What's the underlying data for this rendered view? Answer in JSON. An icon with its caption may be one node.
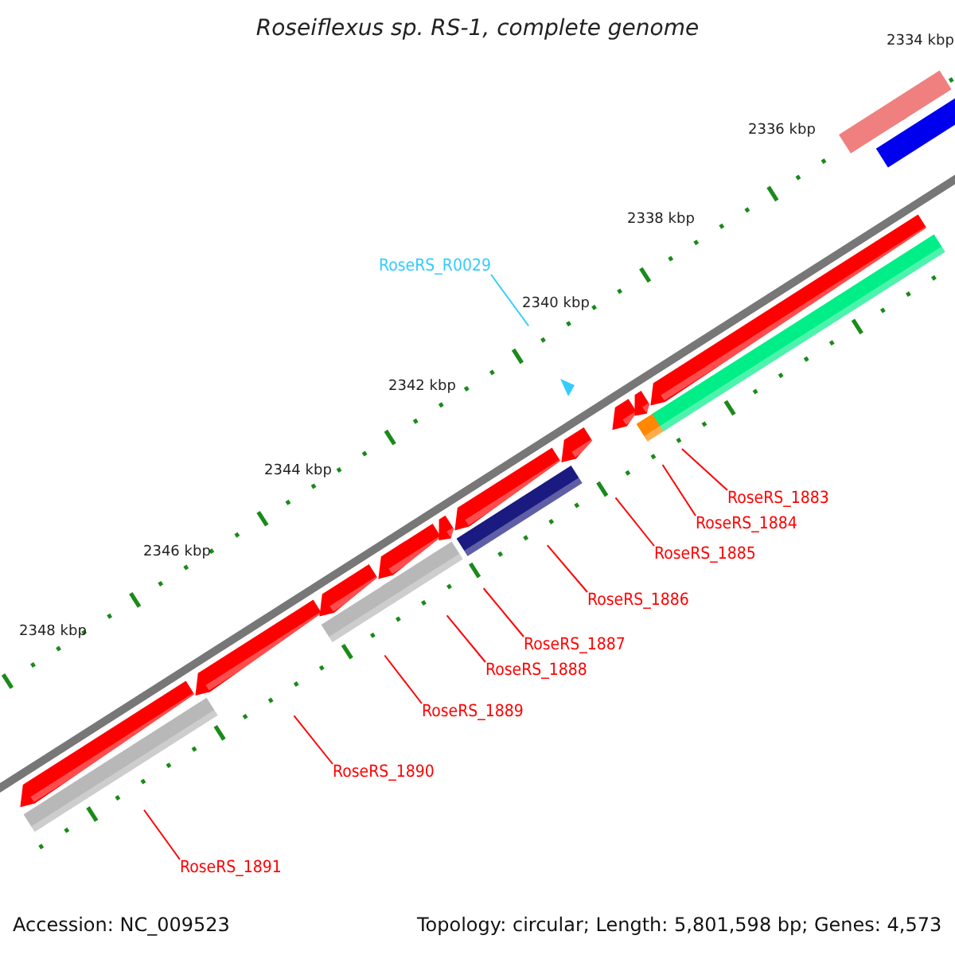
{
  "diagram": {
    "title": "Roseiflexus sp. RS-1, complete genome",
    "nodes": [
      {
        "text": [
          "RoseRS_R0029"
        ]
      },
      {
        "text": [
          "RoseRS_1883"
        ]
      },
      {
        "text": [
          "RoseRS_1884"
        ]
      },
      {
        "text": [
          "RoseRS_1885"
        ]
      },
      {
        "text": [
          "RoseRS_1886"
        ]
      },
      {
        "text": [
          "RoseRS_1887"
        ]
      },
      {
        "text": [
          "RoseRS_1888"
        ]
      },
      {
        "text": [
          "RoseRS_1889"
        ]
      },
      {
        "text": [
          "RoseRS_1890"
        ]
      },
      {
        "text": [
          "RoseRS_1891"
        ]
      }
    ],
    "edges": [
      {
        "from": 0,
        "to": null,
        "arrow": "none",
        "color": "#33ccff"
      },
      {
        "from": 1,
        "to": null,
        "arrow": "none"
      },
      {
        "from": 2,
        "to": null,
        "arrow": "none"
      },
      {
        "from": 3,
        "to": null,
        "arrow": "none"
      },
      {
        "from": 4,
        "to": null,
        "arrow": "none"
      },
      {
        "from": 5,
        "to": null,
        "arrow": "none"
      },
      {
        "from": 6,
        "to": null,
        "arrow": "none"
      },
      {
        "from": 7,
        "to": null,
        "arrow": "none"
      },
      {
        "from": 8,
        "to": null,
        "arrow": "none"
      },
      {
        "from": 9,
        "to": null,
        "arrow": "none"
      }
    ],
    "labels": [
      "2334 kbp",
      "2336 kbp",
      "2338 kbp",
      "2340 kbp",
      "2342 kbp",
      "2344 kbp",
      "2346 kbp",
      "2348 kbp",
      "Accession: NC_009523",
      "Topology: circular; Length: 5,801,598 bp; Genes: 4,573"
    ]
  }
}
